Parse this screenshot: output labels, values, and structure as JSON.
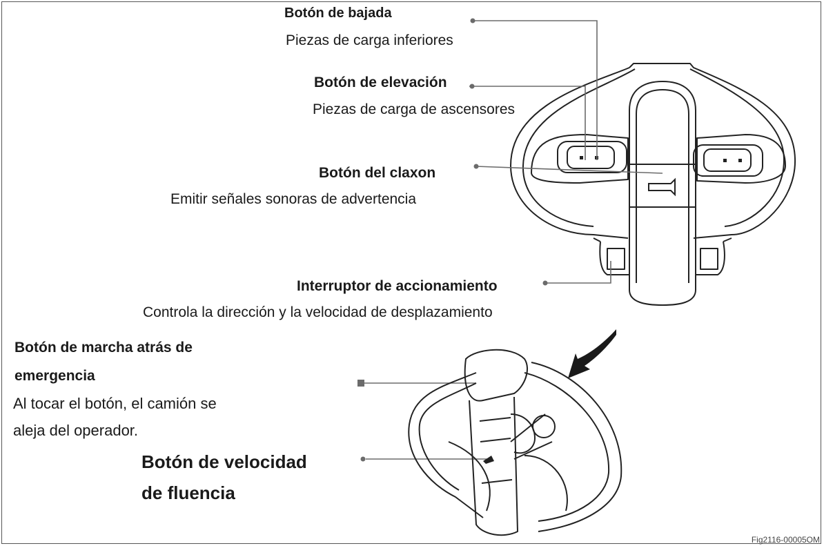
{
  "callouts": {
    "lowering": {
      "title": "Botón de bajada",
      "desc": "Piezas de carga inferiores"
    },
    "lifting": {
      "title": "Botón de elevación",
      "desc": "Piezas de carga de ascensores"
    },
    "horn": {
      "title": "Botón del claxon",
      "desc": "Emitir señales sonoras de advertencia"
    },
    "drive": {
      "title": "Interruptor de accionamiento",
      "desc": "Controla la dirección y la velocidad de desplazamiento"
    },
    "emergency": {
      "title_line1": "Botón de marcha atrás de",
      "title_line2": "emergencia",
      "desc_line1": "Al tocar el botón,  el  camión se",
      "desc_line2": "aleja del operador."
    },
    "creep": {
      "title_line1": "Botón de velocidad",
      "title_line2": "de fluencia"
    }
  },
  "figure_id": "Fig2116-00005OM",
  "colors": {
    "line": "#6b6b6b",
    "ink": "#1a1a1a",
    "stroke": "#222222"
  }
}
